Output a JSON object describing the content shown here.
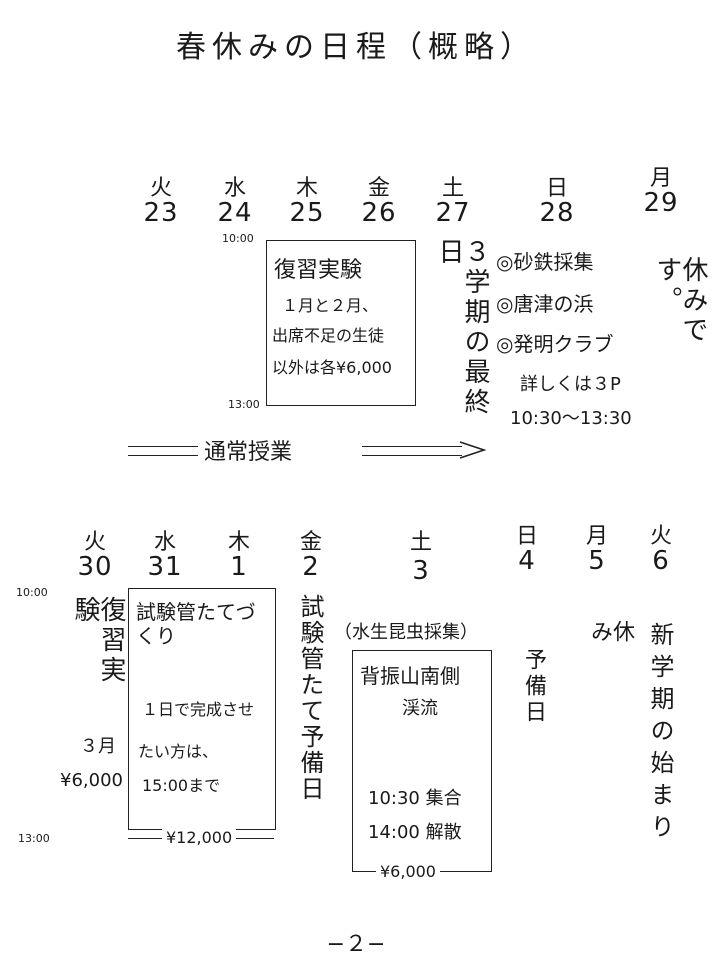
{
  "title": "春休みの日程（概略）",
  "week1": {
    "days": [
      {
        "weekday": "火",
        "date": "23"
      },
      {
        "weekday": "水",
        "date": "24"
      },
      {
        "weekday": "木",
        "date": "25"
      },
      {
        "weekday": "金",
        "date": "26"
      },
      {
        "weekday": "土",
        "date": "27"
      },
      {
        "weekday": "日",
        "date": "28"
      },
      {
        "weekday": "月",
        "date": "29"
      }
    ],
    "review_box": {
      "start_time": "10:00",
      "end_time": "13:00",
      "heading": "復習実験",
      "lines": [
        "１月と２月、",
        "出席不足の生徒",
        "以外は各¥6,000"
      ]
    },
    "sat_note": "３学期の最終日",
    "sun_items": [
      "◎砂鉄採集",
      "◎唐津の浜",
      "◎発明クラブ"
    ],
    "sun_details": "詳しくは３P",
    "sun_time": "10:30〜13:30",
    "mon_note": "休みです。",
    "regular_class": "通常授業"
  },
  "week2": {
    "days": [
      {
        "weekday": "火",
        "date": "30"
      },
      {
        "weekday": "水",
        "date": "31"
      },
      {
        "weekday": "木",
        "date": "1"
      },
      {
        "weekday": "金",
        "date": "2"
      },
      {
        "weekday": "土",
        "date": "3"
      },
      {
        "weekday": "日",
        "date": "4"
      },
      {
        "weekday": "月",
        "date": "5"
      },
      {
        "weekday": "火",
        "date": "6"
      }
    ],
    "start_time": "10:00",
    "end_time": "13:00",
    "tue_heading": "復習実験",
    "tue_month": "３月",
    "tue_fee": "¥6,000",
    "test_tube_box": {
      "heading": "試験管たてづくり",
      "line1": "１日で完成させ",
      "line2": "たい方は、",
      "line3": "15:00まで",
      "fee": "¥12,000"
    },
    "fri_note": "試験管たて予備日",
    "insect_title": "（水生昆虫採集）",
    "mountain_box": {
      "heading": "背振山南側",
      "sub": "渓流",
      "gather": "10:30 集合",
      "dismiss": "14:00 解散",
      "fee": "¥6,000"
    },
    "sun_note": "予備日",
    "mon_note": "休み",
    "tue6_note": "新学期の始まり"
  },
  "page_number": "−２−"
}
